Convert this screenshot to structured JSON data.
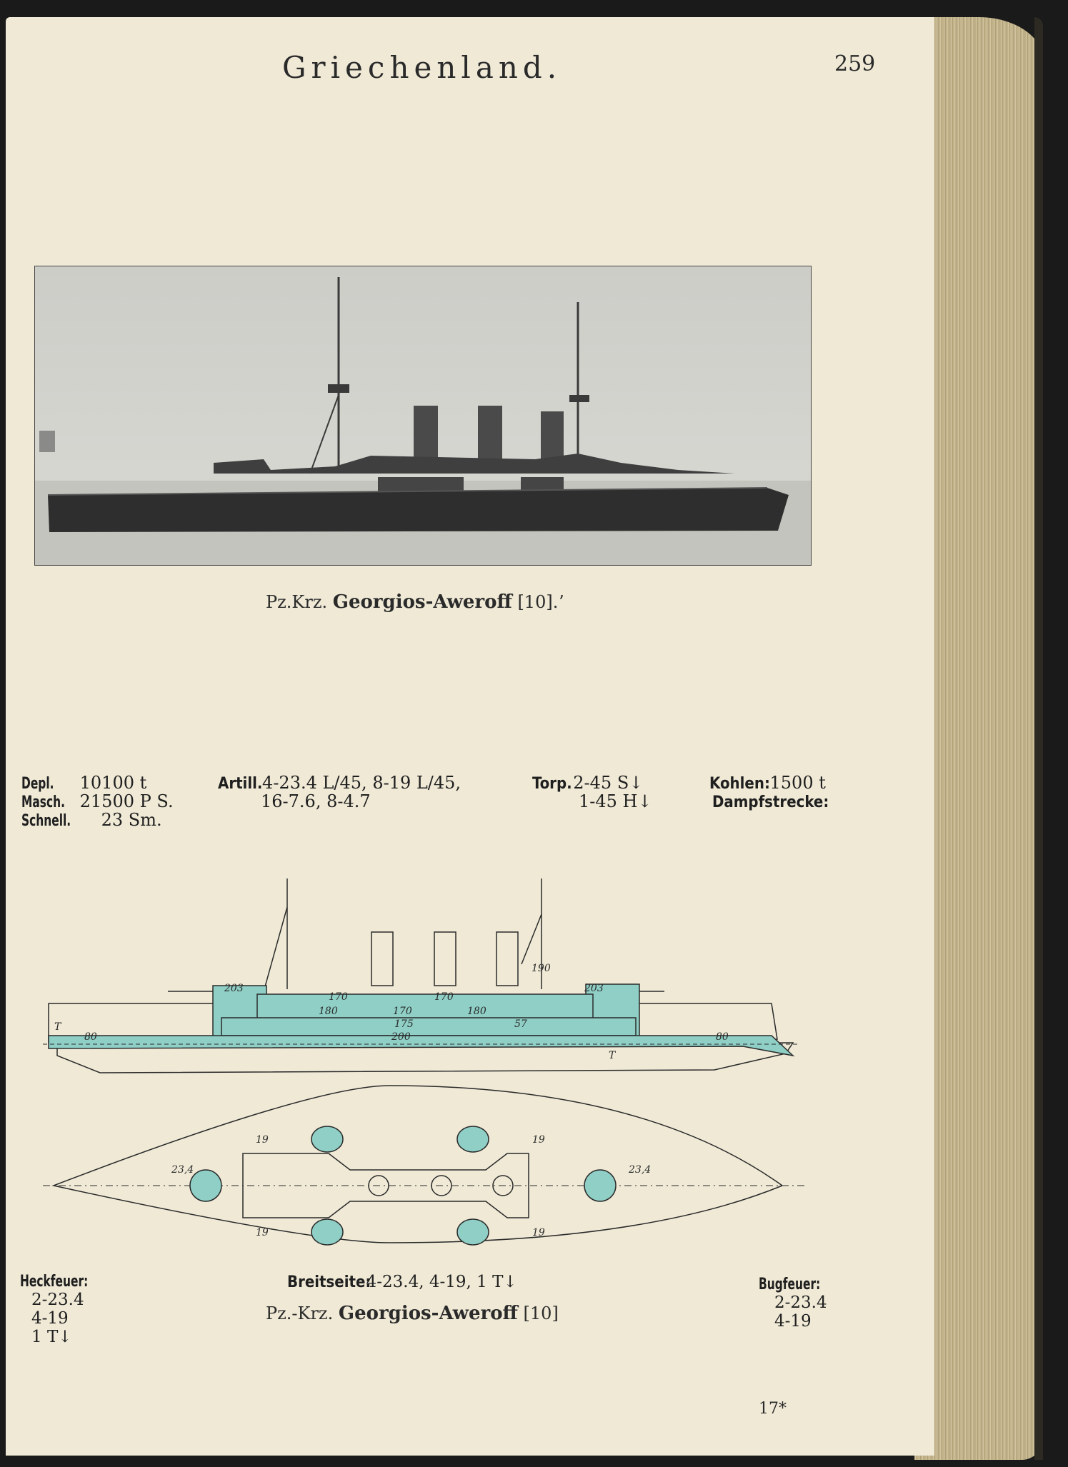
{
  "header": {
    "title": "Griechenland.",
    "page_number": "259"
  },
  "photo": {
    "caption_prefix": "Pz.Krz.",
    "caption_name": "Georgios-Aweroff",
    "caption_suffix": "[10].ʼ"
  },
  "specs": {
    "depl_label": "Depl.",
    "depl_value": "10100 t",
    "masch_label": "Masch.",
    "masch_value": "21500 P S.",
    "schnell_label": "Schnell.",
    "schnell_value": "23 Sm.",
    "artill_label": "Artill.",
    "artill_line1": "4-23.4 L/45, 8-19 L/45,",
    "artill_line2": "16-7.6, 8-4.7",
    "torp_label": "Torp.",
    "torp_line1": "2-45 S↓",
    "torp_line2": "1-45 H↓",
    "kohlen_label": "Kohlen:",
    "kohlen_value": "1500 t",
    "dampf_label": "Dampfstrecke:"
  },
  "drawing": {
    "armor_labels": [
      "203",
      "170",
      "170",
      "190",
      "203",
      "180",
      "170",
      "180",
      "175",
      "57",
      "80",
      "200",
      "80"
    ],
    "torpedo_marks": [
      "T",
      "T"
    ],
    "plan_labels": [
      "19",
      "19",
      "19",
      "19",
      "23,4",
      "23,4"
    ],
    "colors": {
      "armor": "#8fcfc6",
      "ink": "#2a2a2a"
    }
  },
  "footer": {
    "heck_label": "Heckfeuer:",
    "heck_lines": [
      "2-23.4",
      "4-19",
      "1 T↓"
    ],
    "breit_label": "Breitseite:",
    "breit_value": "4-23.4, 4-19, 1 T↓",
    "caption_prefix": "Pz.-Krz.",
    "caption_name": "Georgios-Aweroff",
    "caption_suffix": "[10]",
    "bug_label": "Bugfeuer:",
    "bug_lines": [
      "2-23.4",
      "4-19"
    ],
    "signature": "17*"
  }
}
